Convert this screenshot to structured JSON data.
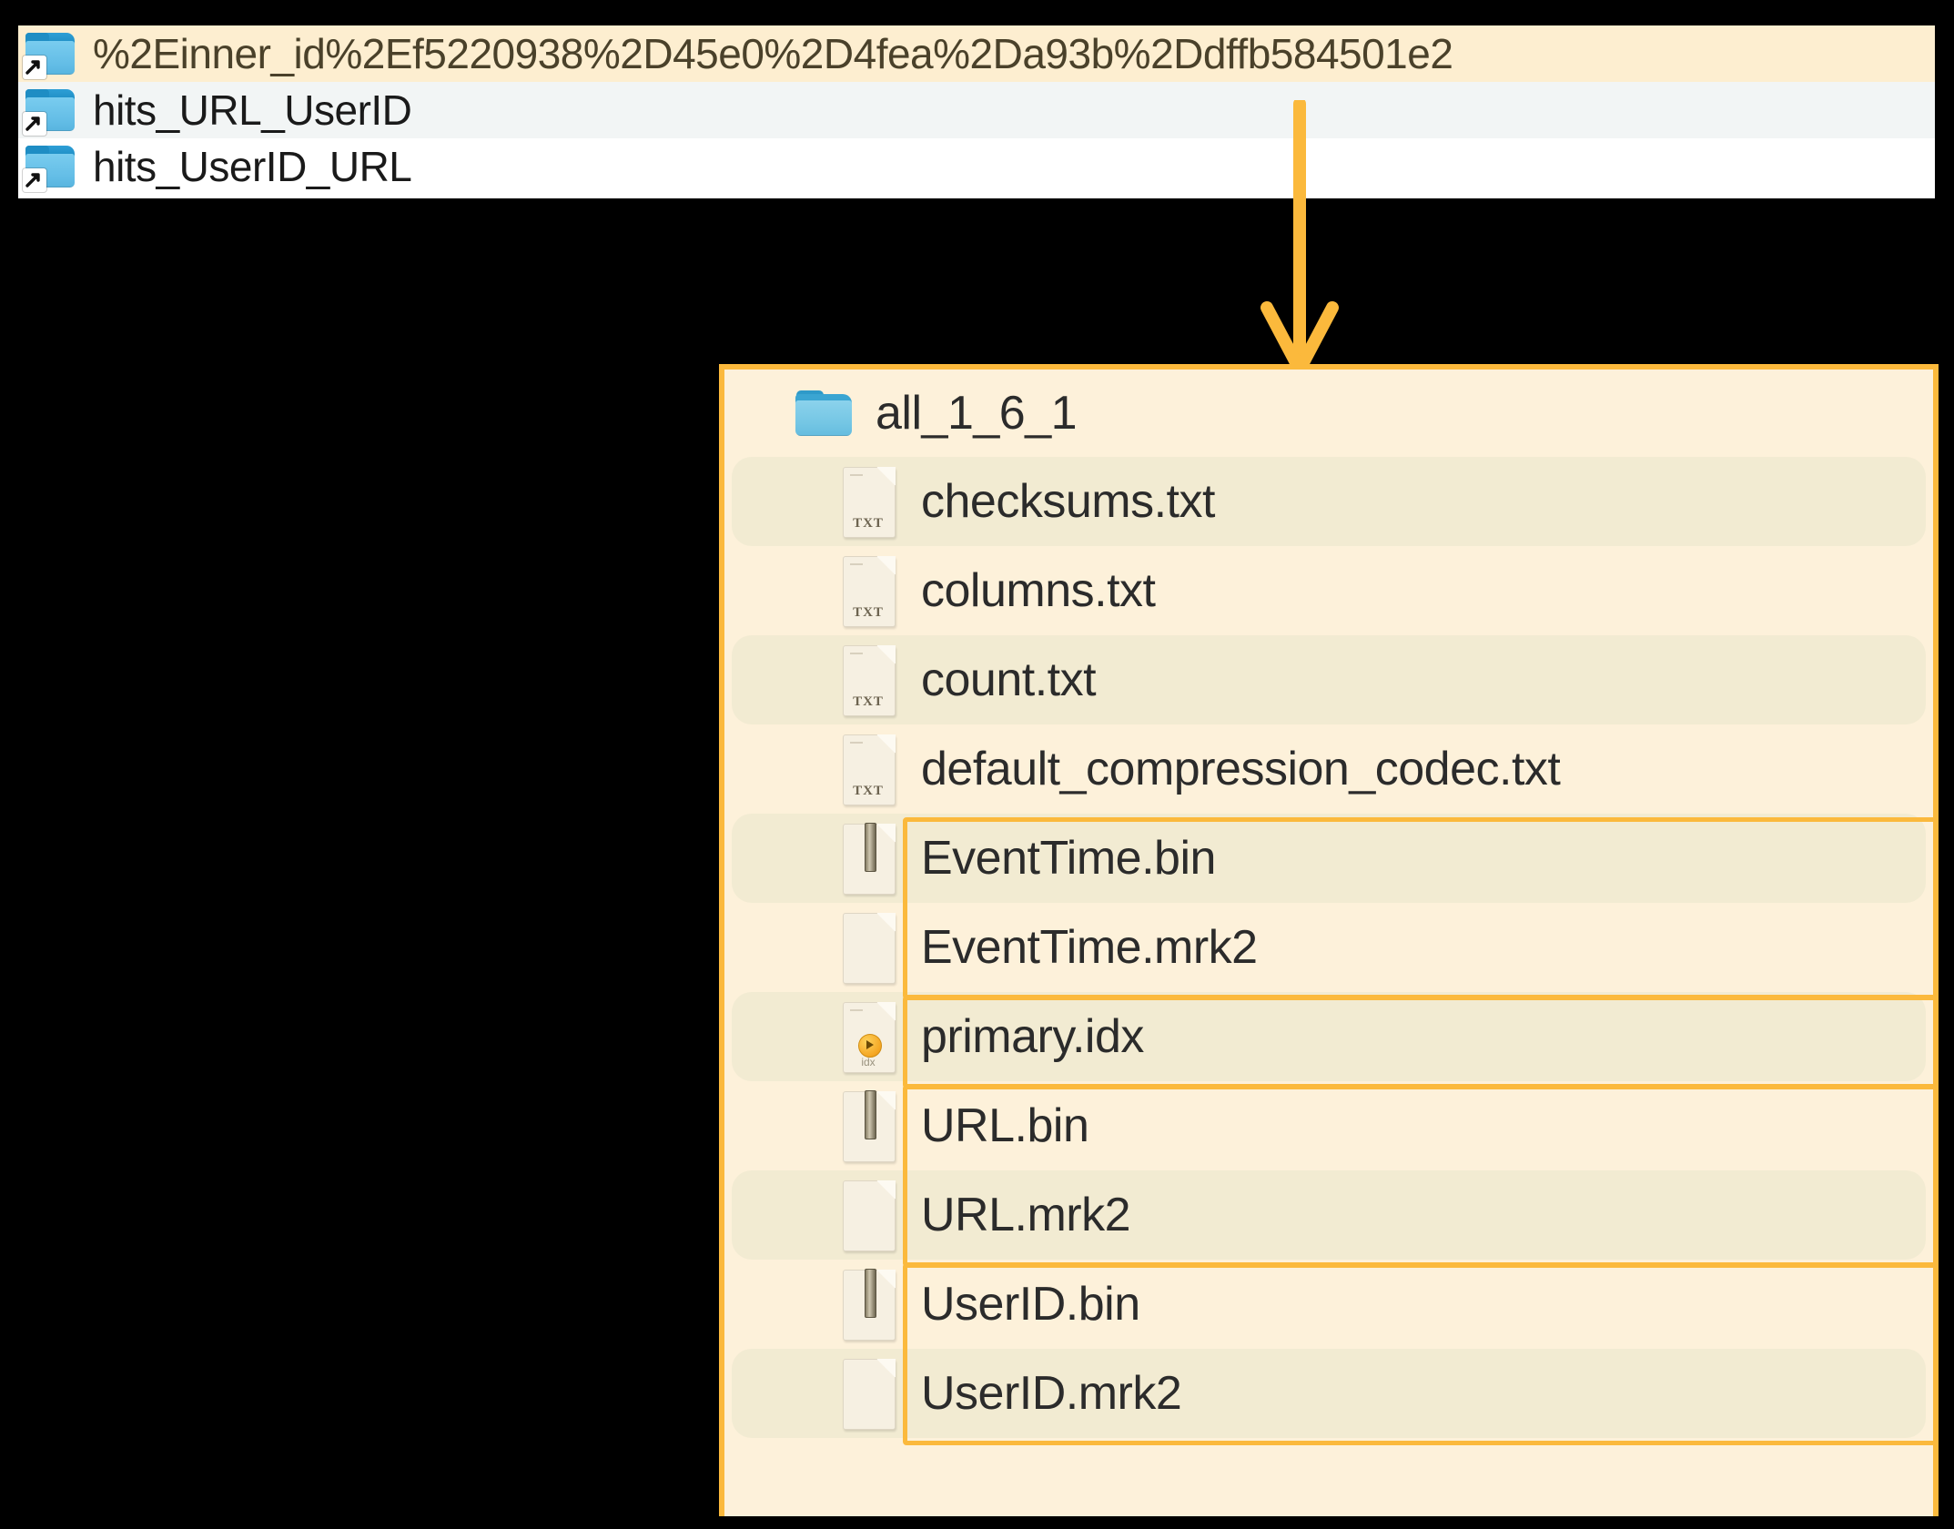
{
  "top_list": {
    "items": [
      {
        "label": "%2Einner_id%2Ef5220938%2D45e0%2D4fea%2Da93b%2Ddffb584501e2",
        "icon": "folder-symlink-icon",
        "state": "selected"
      },
      {
        "label": "hits_URL_UserID",
        "icon": "folder-symlink-icon",
        "state": "alternate"
      },
      {
        "label": "hits_UserID_URL",
        "icon": "folder-symlink-icon",
        "state": "plain"
      }
    ]
  },
  "connector": {
    "icon": "down-arrow-annotation",
    "color": "#fbb93c"
  },
  "tree_panel": {
    "border_color": "#fbb93c",
    "background": "#fdf1da",
    "header": {
      "expand_icon": "chevron-down-icon",
      "folder_icon": "folder-icon",
      "label": "all_1_6_1"
    },
    "rows": [
      {
        "label": "checksums.txt",
        "icon": "txt-file-icon",
        "icon_badge": "TXT",
        "zebra": true,
        "highlight": false
      },
      {
        "label": "columns.txt",
        "icon": "txt-file-icon",
        "icon_badge": "TXT",
        "zebra": false,
        "highlight": false
      },
      {
        "label": "count.txt",
        "icon": "txt-file-icon",
        "icon_badge": "TXT",
        "zebra": true,
        "highlight": false
      },
      {
        "label": "default_compression_codec.txt",
        "icon": "txt-file-icon",
        "icon_badge": "TXT",
        "zebra": false,
        "highlight": false
      },
      {
        "label": "EventTime.bin",
        "icon": "bin-file-icon",
        "icon_badge": "",
        "zebra": true,
        "highlight": true
      },
      {
        "label": "EventTime.mrk2",
        "icon": "blank-file-icon",
        "icon_badge": "",
        "zebra": false,
        "highlight": true
      },
      {
        "label": "primary.idx",
        "icon": "idx-file-icon",
        "icon_badge": "idx",
        "zebra": true,
        "highlight": true
      },
      {
        "label": "URL.bin",
        "icon": "bin-file-icon",
        "icon_badge": "",
        "zebra": false,
        "highlight": true
      },
      {
        "label": "URL.mrk2",
        "icon": "blank-file-icon",
        "icon_badge": "",
        "zebra": true,
        "highlight": true
      },
      {
        "label": "UserID.bin",
        "icon": "bin-file-icon",
        "icon_badge": "",
        "zebra": false,
        "highlight": true
      },
      {
        "label": "UserID.mrk2",
        "icon": "blank-file-icon",
        "icon_badge": "",
        "zebra": true,
        "highlight": true
      }
    ]
  }
}
